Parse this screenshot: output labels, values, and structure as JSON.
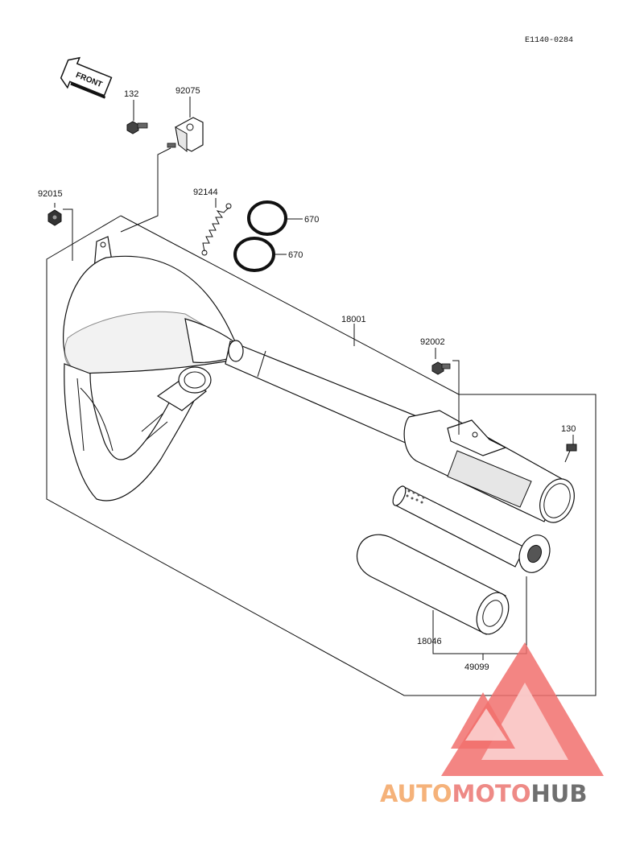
{
  "diagram_code": "E1140-0284",
  "front_label": "FRONT",
  "parts": {
    "p132": "132",
    "p92075": "92075",
    "p92015": "92015",
    "p92144": "92144",
    "p670a": "670",
    "p670b": "670",
    "p18001": "18001",
    "p92002": "92002",
    "p130": "130",
    "p18046": "18046",
    "p49099": "49099"
  },
  "watermark": {
    "word_orange": "AUTO",
    "word_red": "MOTO",
    "word_dark": "HUB",
    "colors": {
      "orange": "#f5b27a",
      "red": "#ee8a86",
      "dark": "#6f6f6f",
      "triangle": "#f1706d"
    }
  }
}
